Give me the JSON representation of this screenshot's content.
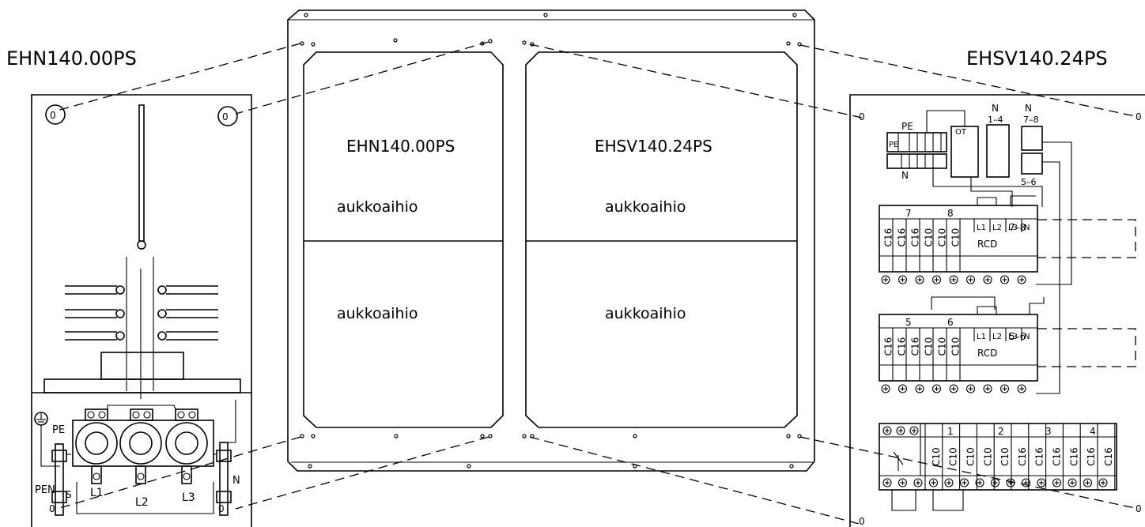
{
  "titles": {
    "left": "EHN140.00PS",
    "right": "EHSV140.24PS"
  },
  "center_plate": {
    "top_left_label": "EHN140.00PS",
    "top_right_label": "EHSV140.24PS",
    "cutout_label": "aukkoaihio"
  },
  "left_panel": {
    "pe": "PE",
    "pen": "PEN",
    "n": "N",
    "phases": [
      "L1",
      "L2",
      "L3"
    ]
  },
  "right_panel": {
    "pe": "PE",
    "n": "N",
    "n_bus_a": [
      "N",
      "1–4"
    ],
    "n_bus_b": [
      "N",
      "7–8"
    ],
    "pe_label": "PE",
    "n_block_label": "N",
    "ot_label": "OT",
    "bus_56": "5–6",
    "group_78": {
      "groups": [
        "7",
        "8"
      ],
      "breakers": [
        "C16",
        "C16",
        "C16",
        "C10",
        "C10",
        "C10"
      ],
      "rcd": "RCD",
      "range": "7–8",
      "rcd_poles": [
        "L1",
        "L2",
        "L3",
        "N"
      ]
    },
    "group_56": {
      "groups": [
        "5",
        "6"
      ],
      "breakers": [
        "C16",
        "C16",
        "C16",
        "C10",
        "C10",
        "C10"
      ],
      "rcd": "RCD",
      "range": "5–6",
      "rcd_poles": [
        "L1",
        "L2",
        "L3",
        "N"
      ]
    },
    "group_14": {
      "groups": [
        "1",
        "2",
        "3",
        "4"
      ],
      "breakers": [
        "C10",
        "C10",
        "C10",
        "C10",
        "C10",
        "C16",
        "C16",
        "C16",
        "C16",
        "C16",
        "C16"
      ]
    }
  }
}
